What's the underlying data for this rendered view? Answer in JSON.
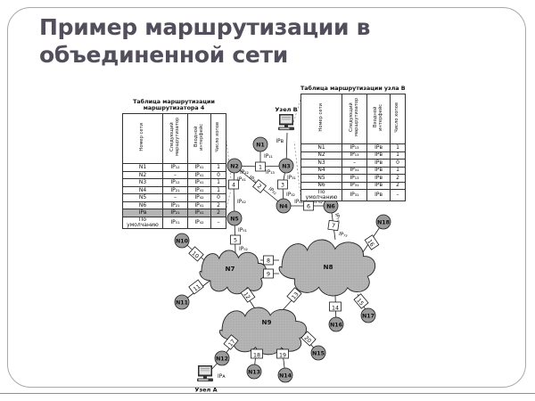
{
  "slide": {
    "title": "Пример маршрутизации в объединенной сети"
  },
  "tables": {
    "router4": {
      "title_line1": "Таблица маршрутизации",
      "title_line2": "маршрутизатора 4",
      "headers": [
        "Номер сети",
        "Следующий маршрутизатор",
        "Входной интерфейс",
        "Число хопов"
      ],
      "rows": [
        [
          "N1",
          "IP₁₂",
          "IP₄₁",
          "1"
        ],
        [
          "N2",
          "–",
          "IP₄₁",
          "0"
        ],
        [
          "N3",
          "IP₁₂",
          "IP₄₁",
          "1"
        ],
        [
          "N4",
          "IP₂₁",
          "IP₄₁",
          "1"
        ],
        [
          "N5",
          "–",
          "IP₄₂",
          "0"
        ],
        [
          "N6",
          "IP₂₁",
          "IP₄₁",
          "2"
        ],
        [
          "IPʙ",
          "IP₂₁",
          "IP₄₁",
          "2"
        ],
        [
          "По умолчанию",
          "IP₅₁",
          "IP₄₂",
          "–"
        ]
      ],
      "highlight_row": 6
    },
    "nodeB": {
      "title": "Таблица маршрутизации узла B",
      "headers": [
        "Номер сети",
        "Следующий маршрутизатор",
        "Входной интерфейс",
        "Число хопов"
      ],
      "rows": [
        [
          "N1",
          "IP₁₃",
          "IPʙ",
          "1"
        ],
        [
          "N2",
          "IP₁₃",
          "IPʙ",
          "1"
        ],
        [
          "N3",
          "–",
          "IPʙ",
          "0"
        ],
        [
          "N4",
          "IP₃₁",
          "IPʙ",
          "1"
        ],
        [
          "N5",
          "IP₁₃",
          "IPʙ",
          "2"
        ],
        [
          "N6",
          "IP₃₁",
          "IPʙ",
          "2"
        ],
        [
          "По умолчанию",
          "IP₃₁",
          "IPʙ",
          "–"
        ]
      ]
    }
  },
  "diagram": {
    "hosts": {
      "a": {
        "caption": "Узел A",
        "ip": "IPᴀ"
      },
      "b": {
        "caption": "Узел B",
        "ip": "IPʙ"
      }
    },
    "nets": {
      "n1": "N1",
      "n2": "N2",
      "n3": "N3",
      "n4": "N4",
      "n5": "N5",
      "n6": "N6",
      "n10": "N10",
      "n11": "N11",
      "n12": "N12",
      "n13": "N13",
      "n14": "N14",
      "n15": "N15",
      "n16": "N16",
      "n17": "N17",
      "n18": "N18"
    },
    "clouds": {
      "n7": "N7",
      "n8": "N8",
      "n9": "N9"
    },
    "routers": {
      "r1": "1",
      "r2": "2",
      "r3": "3",
      "r4": "4",
      "r5": "5",
      "r6": "6",
      "r7": "7",
      "r8": "8",
      "r9": "9",
      "r10": "10",
      "r11": "11",
      "r12": "12",
      "r13": "13",
      "r14": "14",
      "r15": "15",
      "r16": "16",
      "r17": "17",
      "r18": "18",
      "r19": "19",
      "r20": "20"
    },
    "ips": {
      "ip11": "IP₁₁",
      "ip12": "IP₁₂",
      "ip13": "IP₁₃",
      "ip21": "IP₂₁",
      "ip22": "IP₂₂",
      "ip31": "IP₃₁",
      "ip32": "IP₃₂",
      "ip41": "IP₄₁",
      "ip42": "IP₄₂",
      "ip51": "IP₅₁",
      "ip52": "IP₅₂",
      "ip61": "IP₆₁",
      "ip62": "IP₆₂",
      "ip71": "IP₇₁",
      "ip72": "IP₇₂"
    }
  },
  "colors": {
    "title_text": "#534e5c",
    "table_highlight": "#b4b4b4",
    "net_fill": "#9b9b9b",
    "cloud_fill": "#b5b5b5",
    "line": "#1a1a1a"
  }
}
